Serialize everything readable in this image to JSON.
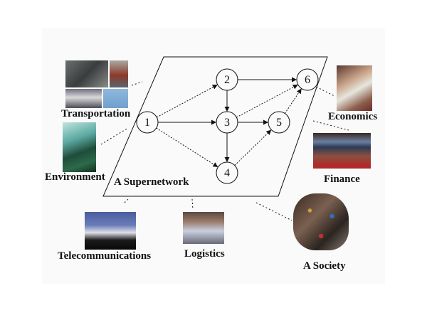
{
  "diagram": {
    "title": "A Supernetwork",
    "nodes": [
      {
        "id": "1",
        "label": "1"
      },
      {
        "id": "2",
        "label": "2"
      },
      {
        "id": "3",
        "label": "3"
      },
      {
        "id": "4",
        "label": "4"
      },
      {
        "id": "5",
        "label": "5"
      },
      {
        "id": "6",
        "label": "6"
      }
    ],
    "edges": [
      {
        "from": "1",
        "to": "2",
        "style": "dashed"
      },
      {
        "from": "1",
        "to": "3",
        "style": "solid"
      },
      {
        "from": "1",
        "to": "4",
        "style": "dashed"
      },
      {
        "from": "2",
        "to": "3",
        "style": "solid"
      },
      {
        "from": "2",
        "to": "6",
        "style": "solid"
      },
      {
        "from": "3",
        "to": "4",
        "style": "solid"
      },
      {
        "from": "3",
        "to": "5",
        "style": "solid"
      },
      {
        "from": "3",
        "to": "6",
        "style": "dashed"
      },
      {
        "from": "4",
        "to": "5",
        "style": "dashed"
      },
      {
        "from": "5",
        "to": "6",
        "style": "dashed"
      }
    ],
    "domains": [
      {
        "key": "transportation",
        "label": "Transportation",
        "image": "transportation-photo-collage"
      },
      {
        "key": "environment",
        "label": "Environment",
        "image": "environment-lake-photo"
      },
      {
        "key": "economics",
        "label": "Economics",
        "image": "money-exchange-photo"
      },
      {
        "key": "finance",
        "label": "Finance",
        "image": "trading-floor-photo"
      },
      {
        "key": "telecommunications",
        "label": "Telecommunications",
        "image": "satellite-dishes-photo"
      },
      {
        "key": "logistics",
        "label": "Logistics",
        "image": "warehouse-photo"
      },
      {
        "key": "society",
        "label": "A Society",
        "image": "crowd-photo"
      }
    ]
  }
}
